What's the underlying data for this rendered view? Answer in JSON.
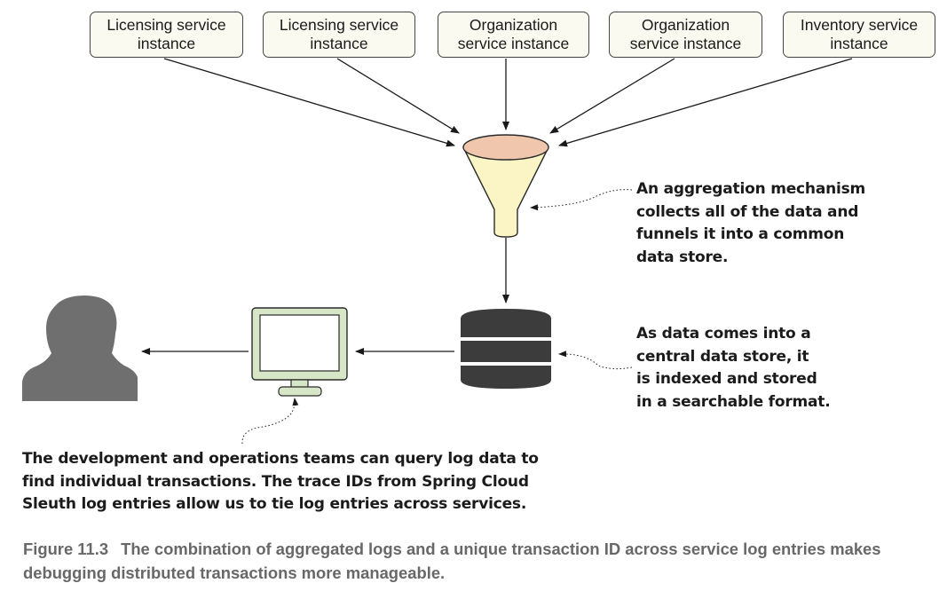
{
  "services": [
    {
      "label": "Licensing service\ninstance"
    },
    {
      "label": "Licensing service\ninstance"
    },
    {
      "label": "Organization\nservice instance"
    },
    {
      "label": "Organization\nservice instance"
    },
    {
      "label": "Inventory service\ninstance"
    }
  ],
  "annotations": {
    "aggregation": "An aggregation mechanism\ncollects all of the data and\nfunnels it into a common\ndata store.",
    "datastore": "As data comes into a\ncentral data store, it\nis indexed and stored\nin a searchable format.",
    "query": "The development and operations teams can query log data to\nfind individual transactions. The trace IDs from Spring Cloud\nSleuth log entries allow us to tie log entries across services."
  },
  "caption": {
    "number": "Figure 11.3",
    "text": "The combination of aggregated logs and a unique transaction ID across service log entries makes debugging distributed transactions more manageable."
  },
  "colors": {
    "box_fill": "#fbfaf1",
    "funnel_fill": "#fbf5c6",
    "funnel_rim": "#f0c7ac",
    "monitor_fill": "#d6e6c7",
    "database_fill": "#3c3c3c",
    "person_fill": "#6f6f6f",
    "caption_text": "#686868"
  },
  "icons": [
    "funnel-icon",
    "database-icon",
    "monitor-icon",
    "person-icon"
  ]
}
